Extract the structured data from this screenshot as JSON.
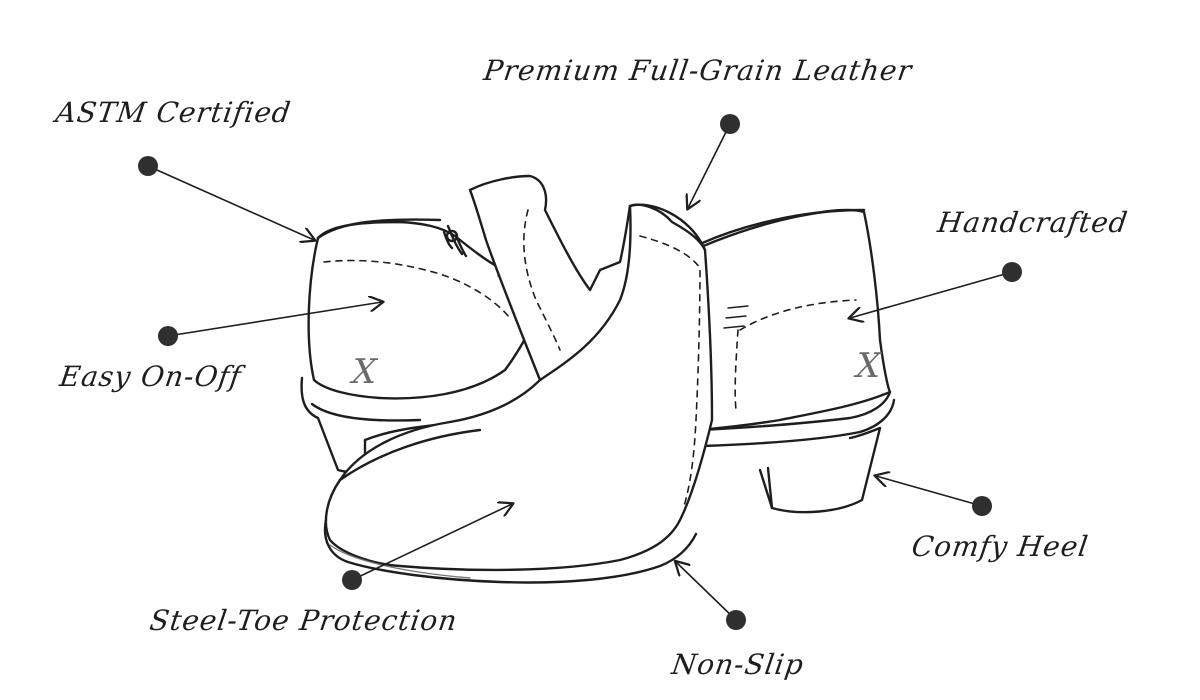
{
  "callouts": [
    {
      "id": "premium-leather",
      "label": "Premium Full-Grain Leather"
    },
    {
      "id": "astm",
      "label": "ASTM Certified"
    },
    {
      "id": "handcrafted",
      "label": "Handcrafted"
    },
    {
      "id": "easy-on-off",
      "label": "Easy On-Off"
    },
    {
      "id": "comfy-heel",
      "label": "Comfy Heel"
    },
    {
      "id": "steel-toe",
      "label": "Steel-Toe Protection"
    },
    {
      "id": "non-slip",
      "label": "Non-Slip"
    }
  ],
  "brand_mark": "X",
  "colors": {
    "ink": "#1e1e1e",
    "dot": "#2f2f2f",
    "sole_shade": "#e6e6e6",
    "paper": "#ffffff"
  }
}
